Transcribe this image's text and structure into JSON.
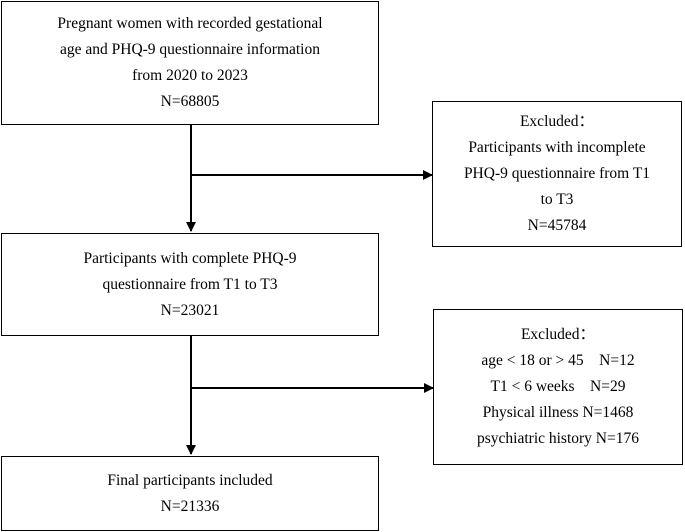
{
  "flowchart": {
    "box1": {
      "lines": [
        "Pregnant women with recorded gestational",
        "age and PHQ-9 questionnaire information",
        "from 2020 to 2023",
        "N=68805"
      ]
    },
    "exclusion1": {
      "lines": [
        "Excluded：",
        "Participants with incomplete",
        "PHQ-9 questionnaire from T1",
        "to T3",
        "N=45784"
      ]
    },
    "box2": {
      "lines": [
        "Participants with complete PHQ-9",
        "questionnaire from T1 to T3",
        "N=23021"
      ]
    },
    "exclusion2": {
      "lines": [
        "Excluded：",
        "age < 18 or > 45    N=12",
        "T1 < 6 weeks    N=29",
        "Physical illness N=1468",
        "psychiatric history N=176"
      ]
    },
    "box3": {
      "lines": [
        "Final participants included",
        "N=21336"
      ]
    }
  }
}
